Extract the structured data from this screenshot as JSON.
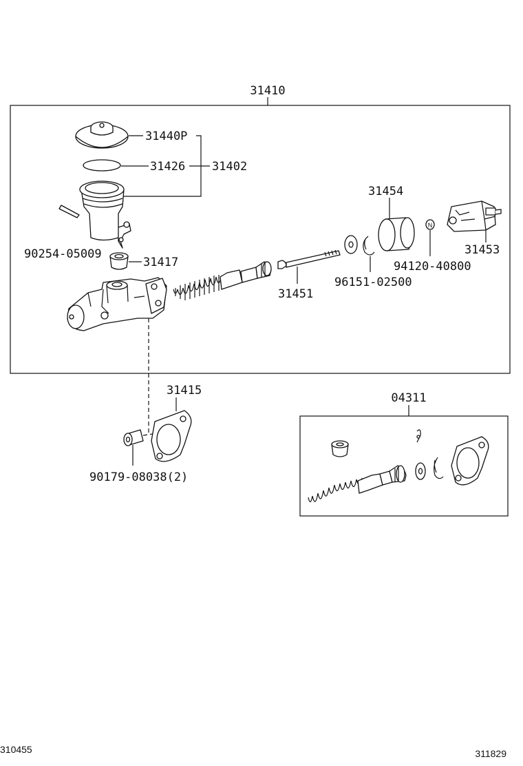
{
  "labels": {
    "assembly": "31410",
    "cap": "31440P",
    "gasket": "31426",
    "reservoir_group": "31402",
    "pin": "90254-05009",
    "grommet": "31417",
    "boot": "31454",
    "switch": "31453",
    "n_mark": "N",
    "nut": "94120-40800",
    "snap_ring": "96151-02500",
    "push_rod": "31451",
    "insulator": "31415",
    "bolt": "90179-08038(2)",
    "kit": "04311"
  },
  "footer": {
    "left_code": "310455",
    "right_code": "311829"
  }
}
